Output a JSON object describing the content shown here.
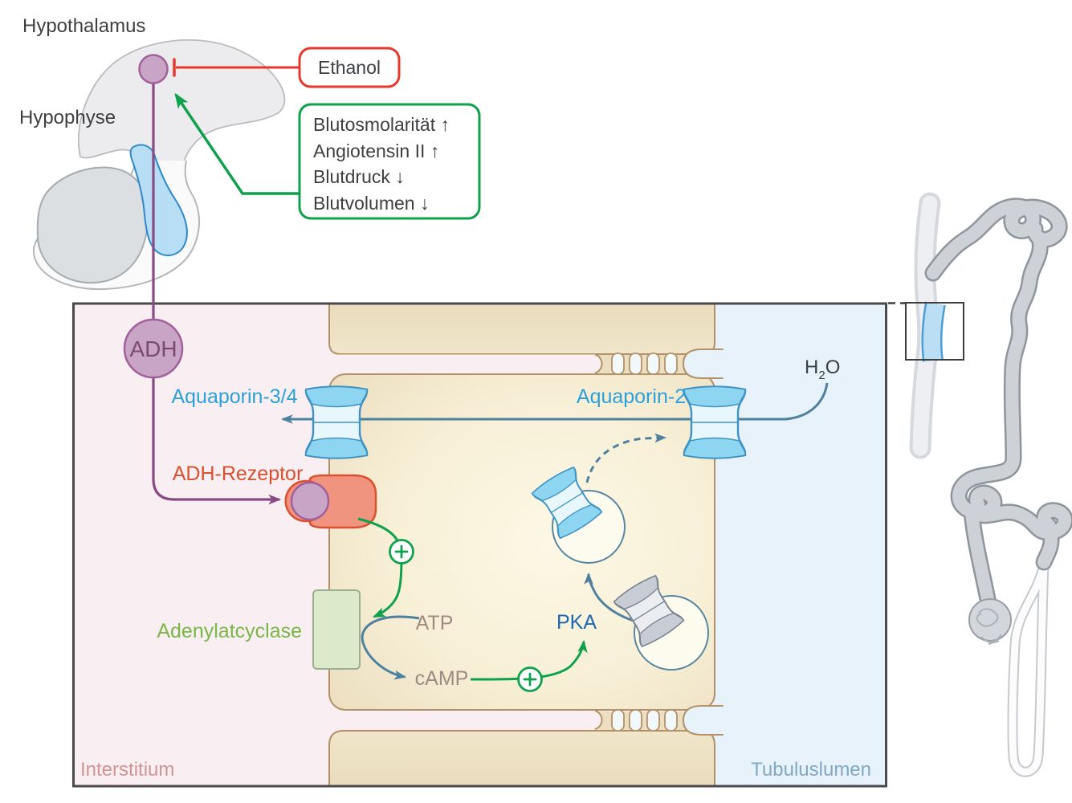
{
  "header": {
    "hypothalamus_label": "Hypothalamus",
    "hypophyse_label": "Hypophyse"
  },
  "ethanol_box": {
    "label": "Ethanol"
  },
  "stimuli_box": {
    "lines": [
      "Blutosmolarität ↑",
      "Angiotensin II ↑",
      "Blutdruck ↓",
      "Blutvolumen ↓"
    ]
  },
  "pathway": {
    "adh": "ADH",
    "aquaporin34": "Aquaporin-3/4",
    "aquaporin2": "Aquaporin-2",
    "adh_receptor": "ADH-Rezeptor",
    "adenylatcyclase": "Adenylatcyclase",
    "atp": "ATP",
    "camp": "cAMP",
    "pka": "PKA",
    "h2o_h": "H",
    "h2o_sub": "2",
    "h2o_o": "O"
  },
  "compartments": {
    "interstitium": "Interstitium",
    "tubuluslumen": "Tubuluslumen"
  },
  "icons": {
    "plus_circle": "+",
    "inhibition_bar": "⊣"
  },
  "colors": {
    "accent_red": "#e8382d",
    "accent_green": "#10a14d",
    "adh_purple": "#8a4a85",
    "aqp_label_blue": "#2ba0da",
    "receptor_red": "#d9502e",
    "enzyme_green": "#7ab648",
    "pka_blue": "#1d67b0",
    "metabolite_gray": "#9d8b83",
    "steel_arrow": "#4e81a0",
    "interstitium_pink": "#f9eef1",
    "lumen_blue": "#e7f2fa",
    "cell_tan": "#ecdfc2",
    "membrane_tan": "#b39168"
  }
}
